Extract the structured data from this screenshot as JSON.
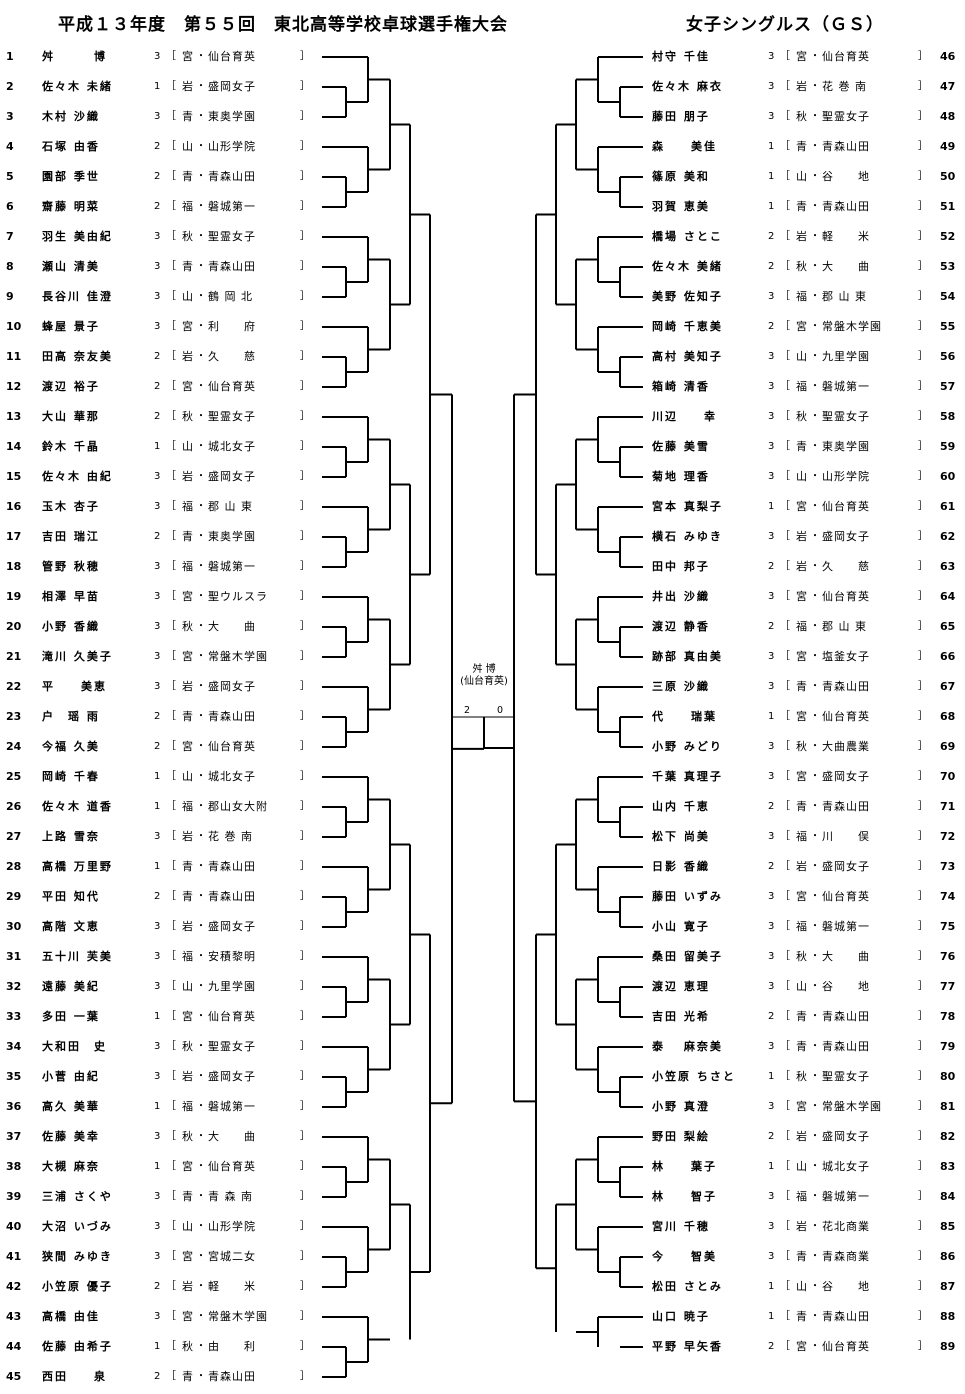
{
  "header": {
    "title": "平成１３年度　第５５回　東北高等学校卓球選手権大会",
    "event": "女子シングルス（ＧＳ）"
  },
  "champion": {
    "name": "舛 博",
    "school": "(仙台育英)",
    "score_left": "2",
    "score_right": "0"
  },
  "players_left": [
    {
      "no": "1",
      "name": "舛　　　博",
      "grade": "3",
      "pref": "宮",
      "school": "仙台育英"
    },
    {
      "no": "2",
      "name": "佐々木 未緒",
      "grade": "1",
      "pref": "岩",
      "school": "盛岡女子"
    },
    {
      "no": "3",
      "name": "木村 沙織",
      "grade": "3",
      "pref": "青",
      "school": "東奥学園"
    },
    {
      "no": "4",
      "name": "石塚 由香",
      "grade": "2",
      "pref": "山",
      "school": "山形学院"
    },
    {
      "no": "5",
      "name": "園部 季世",
      "grade": "2",
      "pref": "青",
      "school": "青森山田"
    },
    {
      "no": "6",
      "name": "齋藤 明菜",
      "grade": "2",
      "pref": "福",
      "school": "磐城第一"
    },
    {
      "no": "7",
      "name": "羽生 美由紀",
      "grade": "3",
      "pref": "秋",
      "school": "聖霊女子"
    },
    {
      "no": "8",
      "name": "瀬山 清美",
      "grade": "3",
      "pref": "青",
      "school": "青森山田"
    },
    {
      "no": "9",
      "name": "長谷川 佳澄",
      "grade": "3",
      "pref": "山",
      "school": "鶴 岡 北"
    },
    {
      "no": "10",
      "name": "蜂屋 景子",
      "grade": "3",
      "pref": "宮",
      "school": "利　　府"
    },
    {
      "no": "11",
      "name": "田高 奈友美",
      "grade": "2",
      "pref": "岩",
      "school": "久　　慈"
    },
    {
      "no": "12",
      "name": "渡辺 裕子",
      "grade": "2",
      "pref": "宮",
      "school": "仙台育英"
    },
    {
      "no": "13",
      "name": "大山 華那",
      "grade": "2",
      "pref": "秋",
      "school": "聖霊女子"
    },
    {
      "no": "14",
      "name": "鈴木 千晶",
      "grade": "1",
      "pref": "山",
      "school": "城北女子"
    },
    {
      "no": "15",
      "name": "佐々木 由紀",
      "grade": "3",
      "pref": "岩",
      "school": "盛岡女子"
    },
    {
      "no": "16",
      "name": "玉木 杏子",
      "grade": "3",
      "pref": "福",
      "school": "郡 山 東"
    },
    {
      "no": "17",
      "name": "吉田 瑞江",
      "grade": "2",
      "pref": "青",
      "school": "東奥学園"
    },
    {
      "no": "18",
      "name": "管野 秋穂",
      "grade": "3",
      "pref": "福",
      "school": "磐城第一"
    },
    {
      "no": "19",
      "name": "相澤 早苗",
      "grade": "3",
      "pref": "宮",
      "school": "聖ウルスラ"
    },
    {
      "no": "20",
      "name": "小野 香織",
      "grade": "3",
      "pref": "秋",
      "school": "大　　曲"
    },
    {
      "no": "21",
      "name": "滝川 久美子",
      "grade": "3",
      "pref": "宮",
      "school": "常盤木学園"
    },
    {
      "no": "22",
      "name": "平　　美恵",
      "grade": "3",
      "pref": "岩",
      "school": "盛岡女子"
    },
    {
      "no": "23",
      "name": "户　瑶 雨",
      "grade": "2",
      "pref": "青",
      "school": "青森山田"
    },
    {
      "no": "24",
      "name": "今福 久美",
      "grade": "2",
      "pref": "宮",
      "school": "仙台育英"
    },
    {
      "no": "25",
      "name": "岡崎 千春",
      "grade": "1",
      "pref": "山",
      "school": "城北女子"
    },
    {
      "no": "26",
      "name": "佐々木 道香",
      "grade": "1",
      "pref": "福",
      "school": "郡山女大附"
    },
    {
      "no": "27",
      "name": "上路 雪奈",
      "grade": "3",
      "pref": "岩",
      "school": "花 巻 南"
    },
    {
      "no": "28",
      "name": "高橋 万里野",
      "grade": "1",
      "pref": "青",
      "school": "青森山田"
    },
    {
      "no": "29",
      "name": "平田 知代",
      "grade": "2",
      "pref": "青",
      "school": "青森山田"
    },
    {
      "no": "30",
      "name": "高階 文恵",
      "grade": "3",
      "pref": "岩",
      "school": "盛岡女子"
    },
    {
      "no": "31",
      "name": "五十川 芙美",
      "grade": "3",
      "pref": "福",
      "school": "安積黎明"
    },
    {
      "no": "32",
      "name": "遠藤 美紀",
      "grade": "3",
      "pref": "山",
      "school": "九里学園"
    },
    {
      "no": "33",
      "name": "多田 一葉",
      "grade": "1",
      "pref": "宮",
      "school": "仙台育英"
    },
    {
      "no": "34",
      "name": "大和田　史",
      "grade": "3",
      "pref": "秋",
      "school": "聖霊女子"
    },
    {
      "no": "35",
      "name": "小菅 由紀",
      "grade": "3",
      "pref": "岩",
      "school": "盛岡女子"
    },
    {
      "no": "36",
      "name": "高久 美華",
      "grade": "1",
      "pref": "福",
      "school": "磐城第一"
    },
    {
      "no": "37",
      "name": "佐藤 美幸",
      "grade": "3",
      "pref": "秋",
      "school": "大　　曲"
    },
    {
      "no": "38",
      "name": "大槻 麻奈",
      "grade": "1",
      "pref": "宮",
      "school": "仙台育英"
    },
    {
      "no": "39",
      "name": "三浦 さくや",
      "grade": "3",
      "pref": "青",
      "school": "青 森 南"
    },
    {
      "no": "40",
      "name": "大沼 いづみ",
      "grade": "3",
      "pref": "山",
      "school": "山形学院"
    },
    {
      "no": "41",
      "name": "狭間 みゆき",
      "grade": "3",
      "pref": "宮",
      "school": "宮城二女"
    },
    {
      "no": "42",
      "name": "小笠原 優子",
      "grade": "2",
      "pref": "岩",
      "school": "軽　　米"
    },
    {
      "no": "43",
      "name": "高橋 由佳",
      "grade": "3",
      "pref": "宮",
      "school": "常盤木学園"
    },
    {
      "no": "44",
      "name": "佐藤 由希子",
      "grade": "1",
      "pref": "秋",
      "school": "由　　利"
    },
    {
      "no": "45",
      "name": "西田　　泉",
      "grade": "2",
      "pref": "青",
      "school": "青森山田"
    }
  ],
  "players_right": [
    {
      "no": "46",
      "name": "村守 千佳",
      "grade": "3",
      "pref": "宮",
      "school": "仙台育英"
    },
    {
      "no": "47",
      "name": "佐々木 麻衣",
      "grade": "3",
      "pref": "岩",
      "school": "花 巻 南"
    },
    {
      "no": "48",
      "name": "藤田 朋子",
      "grade": "3",
      "pref": "秋",
      "school": "聖霊女子"
    },
    {
      "no": "49",
      "name": "森　　美佳",
      "grade": "1",
      "pref": "青",
      "school": "青森山田"
    },
    {
      "no": "50",
      "name": "篠原 美和",
      "grade": "1",
      "pref": "山",
      "school": "谷　　地"
    },
    {
      "no": "51",
      "name": "羽賀 恵美",
      "grade": "1",
      "pref": "青",
      "school": "青森山田"
    },
    {
      "no": "52",
      "name": "橋場 さとこ",
      "grade": "2",
      "pref": "岩",
      "school": "軽　　米"
    },
    {
      "no": "53",
      "name": "佐々木 美緒",
      "grade": "2",
      "pref": "秋",
      "school": "大　　曲"
    },
    {
      "no": "54",
      "name": "美野 佐知子",
      "grade": "3",
      "pref": "福",
      "school": "郡 山 東"
    },
    {
      "no": "55",
      "name": "岡崎 千恵美",
      "grade": "2",
      "pref": "宮",
      "school": "常盤木学園"
    },
    {
      "no": "56",
      "name": "高村 美知子",
      "grade": "3",
      "pref": "山",
      "school": "九里学園"
    },
    {
      "no": "57",
      "name": "箱崎 清香",
      "grade": "3",
      "pref": "福",
      "school": "磐城第一"
    },
    {
      "no": "58",
      "name": "川辺　　幸",
      "grade": "3",
      "pref": "秋",
      "school": "聖霊女子"
    },
    {
      "no": "59",
      "name": "佐藤 美雪",
      "grade": "3",
      "pref": "青",
      "school": "東奥学園"
    },
    {
      "no": "60",
      "name": "菊地 理香",
      "grade": "3",
      "pref": "山",
      "school": "山形学院"
    },
    {
      "no": "61",
      "name": "宮本 真梨子",
      "grade": "1",
      "pref": "宮",
      "school": "仙台育英"
    },
    {
      "no": "62",
      "name": "横石 みゆき",
      "grade": "3",
      "pref": "岩",
      "school": "盛岡女子"
    },
    {
      "no": "63",
      "name": "田中 邦子",
      "grade": "2",
      "pref": "岩",
      "school": "久　　慈"
    },
    {
      "no": "64",
      "name": "井出 沙織",
      "grade": "3",
      "pref": "宮",
      "school": "仙台育英"
    },
    {
      "no": "65",
      "name": "渡辺 静香",
      "grade": "2",
      "pref": "福",
      "school": "郡 山 東"
    },
    {
      "no": "66",
      "name": "跡部 真由美",
      "grade": "3",
      "pref": "宮",
      "school": "塩釜女子"
    },
    {
      "no": "67",
      "name": "三原 沙織",
      "grade": "3",
      "pref": "青",
      "school": "青森山田"
    },
    {
      "no": "68",
      "name": "代　　瑞葉",
      "grade": "1",
      "pref": "宮",
      "school": "仙台育英"
    },
    {
      "no": "69",
      "name": "小野 みどり",
      "grade": "3",
      "pref": "秋",
      "school": "大曲農業"
    },
    {
      "no": "70",
      "name": "千葉 真理子",
      "grade": "3",
      "pref": "宮",
      "school": "盛岡女子"
    },
    {
      "no": "71",
      "name": "山内 千恵",
      "grade": "2",
      "pref": "青",
      "school": "青森山田"
    },
    {
      "no": "72",
      "name": "松下 尚美",
      "grade": "3",
      "pref": "福",
      "school": "川　　俣"
    },
    {
      "no": "73",
      "name": "日影 香織",
      "grade": "2",
      "pref": "岩",
      "school": "盛岡女子"
    },
    {
      "no": "74",
      "name": "藤田 いずみ",
      "grade": "3",
      "pref": "宮",
      "school": "仙台育英"
    },
    {
      "no": "75",
      "name": "小山 寛子",
      "grade": "3",
      "pref": "福",
      "school": "磐城第一"
    },
    {
      "no": "76",
      "name": "桑田 留美子",
      "grade": "3",
      "pref": "秋",
      "school": "大　　曲"
    },
    {
      "no": "77",
      "name": "渡辺 恵理",
      "grade": "3",
      "pref": "山",
      "school": "谷　　地"
    },
    {
      "no": "78",
      "name": "吉田 光希",
      "grade": "2",
      "pref": "青",
      "school": "青森山田"
    },
    {
      "no": "79",
      "name": "泰　 麻奈美",
      "grade": "3",
      "pref": "青",
      "school": "青森山田"
    },
    {
      "no": "80",
      "name": "小笠原 ちさと",
      "grade": "1",
      "pref": "秋",
      "school": "聖霊女子"
    },
    {
      "no": "81",
      "name": "小野 真澄",
      "grade": "3",
      "pref": "宮",
      "school": "常盤木学園"
    },
    {
      "no": "82",
      "name": "野田 梨絵",
      "grade": "2",
      "pref": "岩",
      "school": "盛岡女子"
    },
    {
      "no": "83",
      "name": "林　　葉子",
      "grade": "1",
      "pref": "山",
      "school": "城北女子"
    },
    {
      "no": "84",
      "name": "林　　智子",
      "grade": "3",
      "pref": "福",
      "school": "磐城第一"
    },
    {
      "no": "85",
      "name": "宮川 千穂",
      "grade": "3",
      "pref": "岩",
      "school": "花北商業"
    },
    {
      "no": "86",
      "name": "今　　智美",
      "grade": "3",
      "pref": "青",
      "school": "青森商業"
    },
    {
      "no": "87",
      "name": "松田 さとみ",
      "grade": "1",
      "pref": "山",
      "school": "谷　　地"
    },
    {
      "no": "88",
      "name": "山口 暁子",
      "grade": "1",
      "pref": "青",
      "school": "青森山田"
    },
    {
      "no": "89",
      "name": "平野 早矢香",
      "grade": "2",
      "pref": "宮",
      "school": "仙台育英"
    }
  ]
}
